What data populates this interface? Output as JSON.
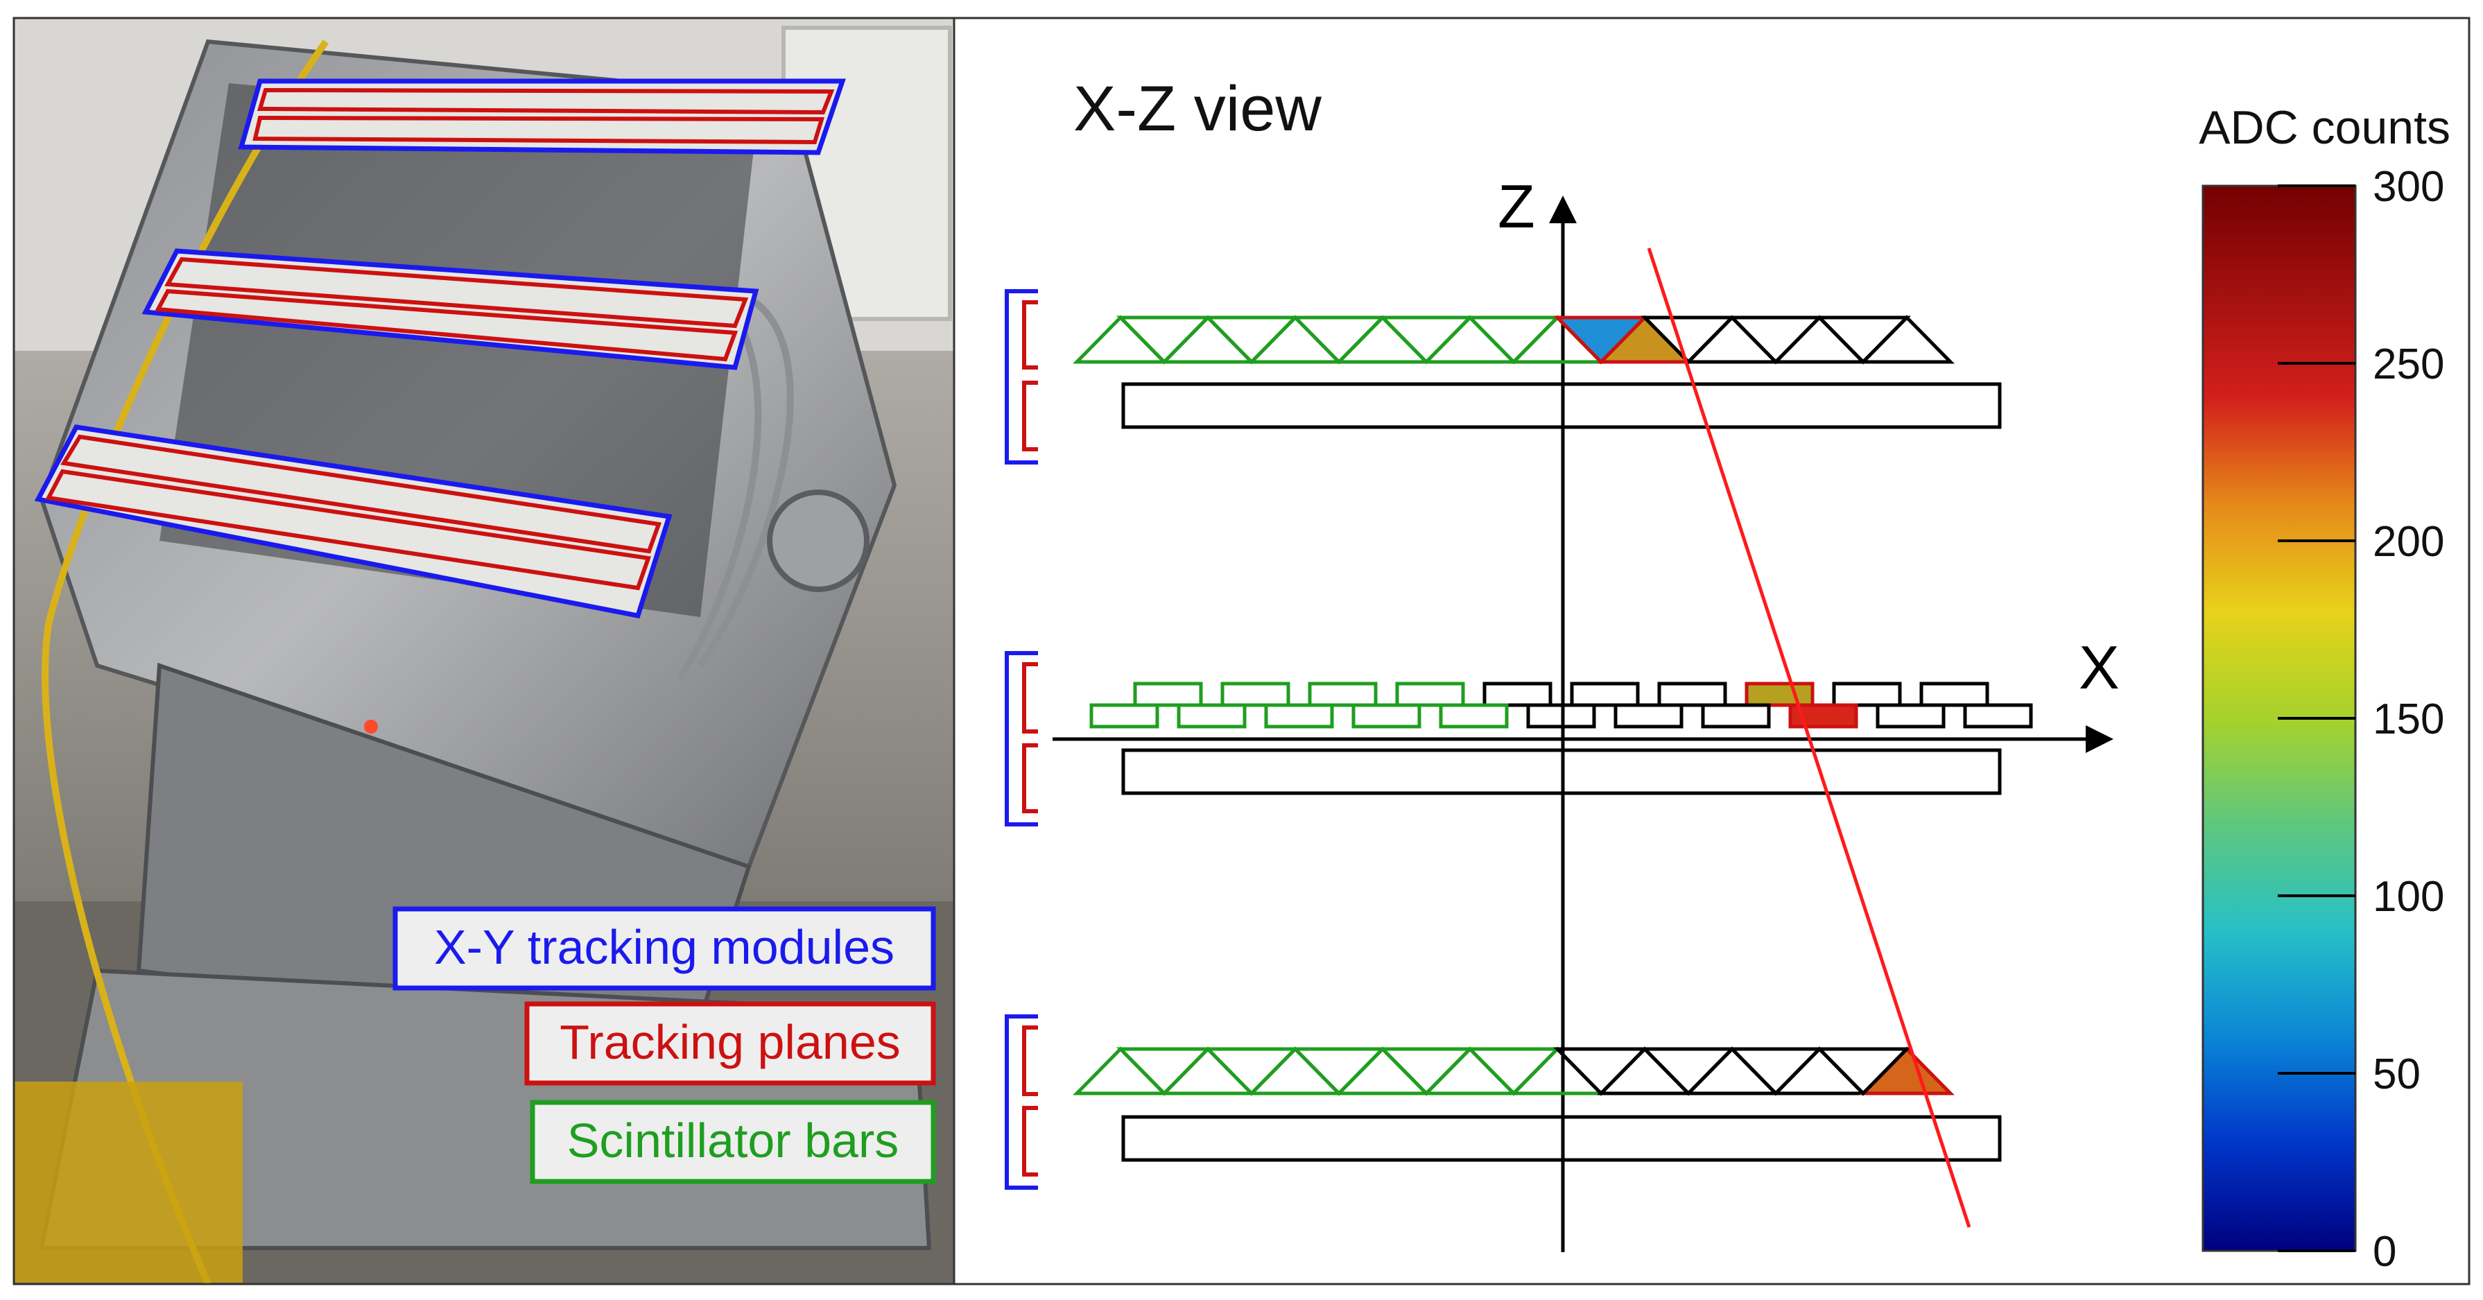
{
  "photo_panel": {
    "legend": {
      "modules": "X-Y tracking modules",
      "planes": "Tracking planes",
      "bars": "Scintillator bars"
    }
  },
  "diagram_panel": {
    "view_title": "X-Z view",
    "axis_z_label": "Z",
    "axis_x_label": "X"
  },
  "colorbar": {
    "title": "ADC counts",
    "min": 0,
    "max": 300,
    "ticks": [
      "0",
      "50",
      "100",
      "150",
      "200",
      "250",
      "300"
    ],
    "gradient": [
      "#00007f",
      "#0035c8",
      "#0a86d6",
      "#27c0c6",
      "#5ec77e",
      "#a6d22b",
      "#e7d21a",
      "#e68a1a",
      "#d3201b",
      "#a2100f",
      "#740000"
    ]
  },
  "colors": {
    "module_outline": "#1a1aee",
    "plane_outline": "#cc1111",
    "bar_fired": "#1f9e1f",
    "track": "#ff1a1a",
    "hit_blue": "#1f8ed6",
    "hit_orange": "#c8921e",
    "hit_olive": "#b5a020",
    "hit_red": "#d8251a",
    "hit_darkorange": "#d5651a"
  }
}
